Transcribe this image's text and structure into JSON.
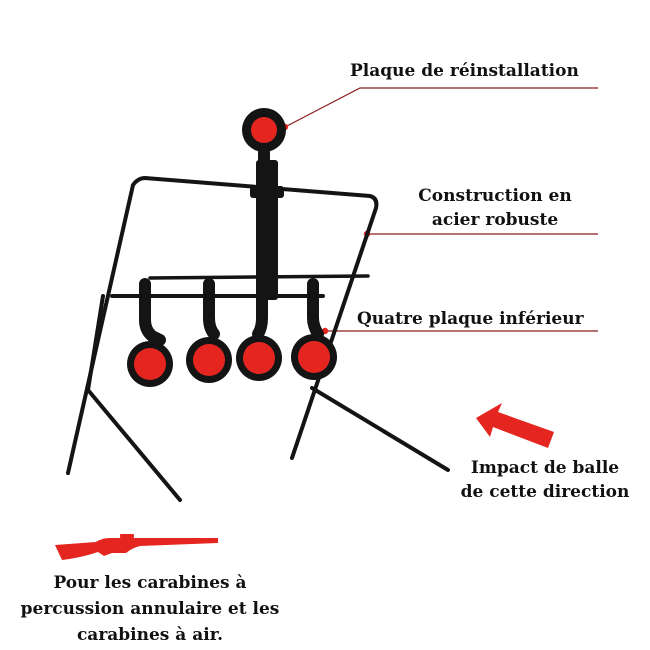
{
  "colors": {
    "accent_red": "#e52620",
    "leader_line": "#8b1d1d",
    "steel": "#141414"
  },
  "callouts": {
    "reset_plate": "Plaque de réinstallation",
    "steel_line1": "Construction en",
    "steel_line2": "acier robuste",
    "lower_plates": "Quatre plaque inférieur",
    "impact_line1": "Impact de balle",
    "impact_line2": "de cette direction"
  },
  "footer": {
    "line1": "Pour les carabines à",
    "line2": "percussion annulaire et les",
    "line3": "carabines à air."
  },
  "icons": {
    "arrow": "red-arrow-icon",
    "rifle": "rifle-icon"
  }
}
